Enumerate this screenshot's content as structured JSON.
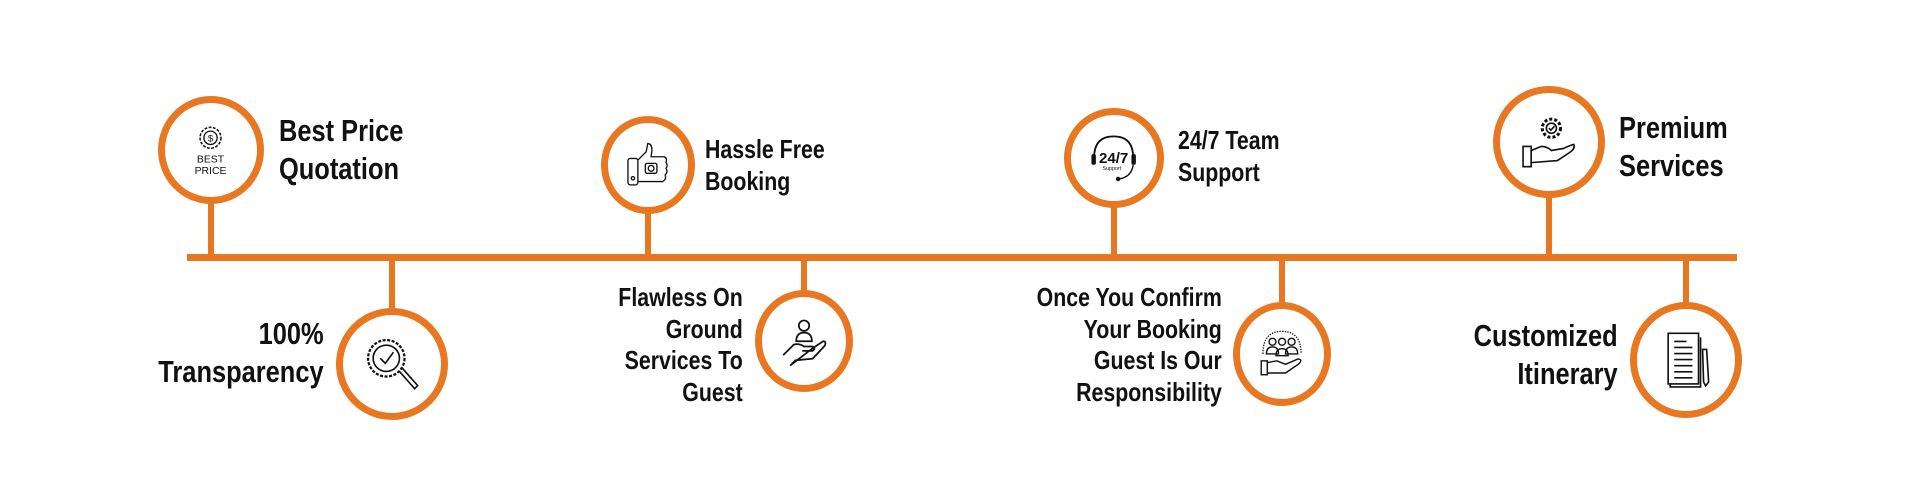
{
  "accent_color": "#e87722",
  "top_items": [
    {
      "icon": "best-price-badge-icon",
      "badge_text": [
        "BEST",
        "PRICE"
      ],
      "lines": [
        "Best Price",
        "Quotation"
      ]
    },
    {
      "icon": "thumbs-up-icon",
      "lines": [
        "Hassle Free",
        "Booking"
      ]
    },
    {
      "icon": "headset-24-7-icon",
      "badge_text": [
        "24/7",
        "Support"
      ],
      "lines": [
        "24/7 Team",
        "Support"
      ]
    },
    {
      "icon": "gear-hand-icon",
      "lines": [
        "Premium",
        "Services"
      ]
    }
  ],
  "bottom_items": [
    {
      "icon": "magnifier-check-icon",
      "lines": [
        "100%",
        "Transparency"
      ]
    },
    {
      "icon": "person-hand-icon",
      "lines": [
        "Flawless On",
        "Ground",
        "Services To",
        "Guest"
      ]
    },
    {
      "icon": "group-hand-icon",
      "lines": [
        "Once You Confirm",
        "Your Booking",
        "Guest Is Our",
        "Responsibility"
      ]
    },
    {
      "icon": "document-pen-icon",
      "lines": [
        "Customized",
        "Itinerary"
      ]
    }
  ]
}
